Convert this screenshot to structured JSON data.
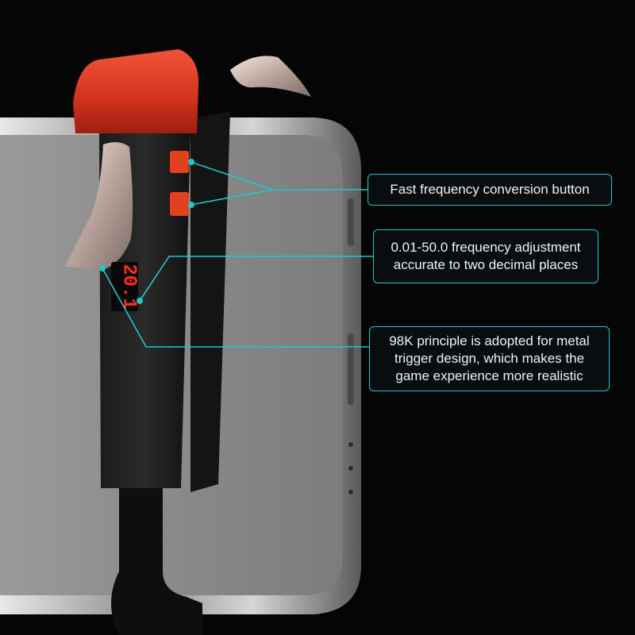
{
  "callouts": [
    {
      "text": "Fast frequency conversion button"
    },
    {
      "text": "0.01-50.0 frequency adjustment\naccurate to two decimal places"
    },
    {
      "text": "98K principle is adopted for metal\ntrigger design, which makes the\ngame experience more realistic"
    }
  ],
  "display_reading": "20.1",
  "colors": {
    "background": "#050505",
    "accent_line": "#1fc8d0",
    "trigger_red": "#d9361f",
    "led_red": "#ff2a1a",
    "phone_screen": "#8f8f8f",
    "phone_frame": "#c9c9c9"
  }
}
